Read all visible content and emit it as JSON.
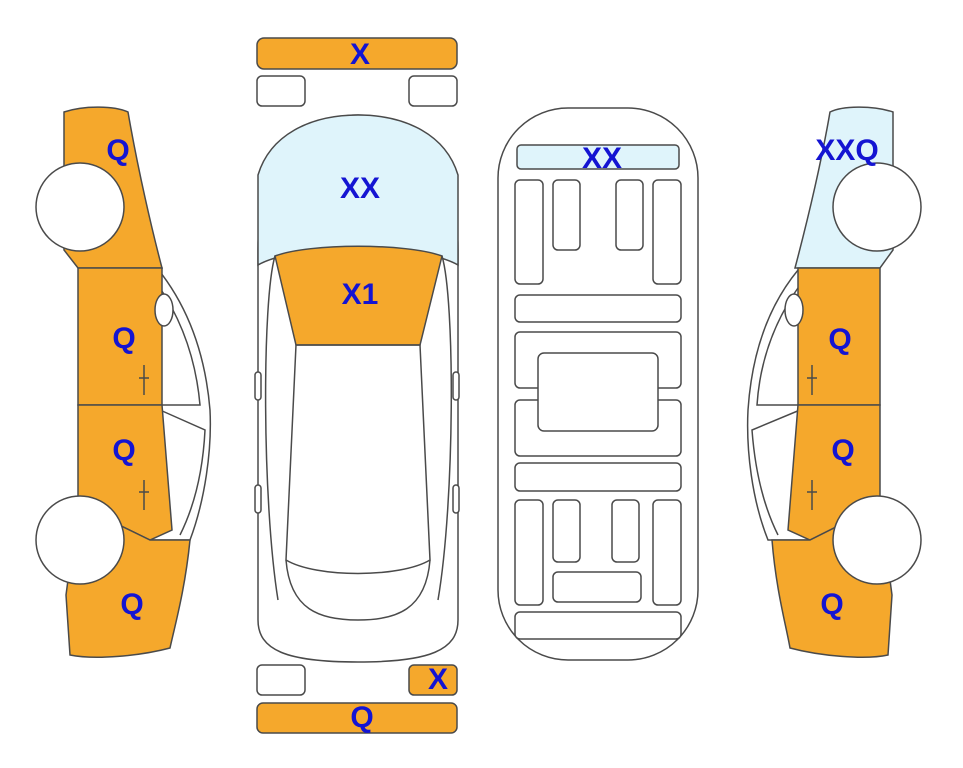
{
  "colors": {
    "damaged": "#f5a82c",
    "glass": "#dff4fb",
    "outline": "#4a4a4a",
    "label": "#1414d2",
    "blank": "#ffffff"
  },
  "labels": {
    "front_bumper": "X",
    "front_windshield": "XX",
    "hood": "X1",
    "rear_window": "XX",
    "tail_light_right": "X",
    "rear_bumper": "Q",
    "left_front_fender": "Q",
    "left_front_door": "Q",
    "left_rear_door": "Q",
    "left_rear_quarter": "Q",
    "right_front_fender_glass": "XXQ",
    "right_front_door": "Q",
    "right_rear_door": "Q",
    "right_rear_quarter": "Q"
  }
}
